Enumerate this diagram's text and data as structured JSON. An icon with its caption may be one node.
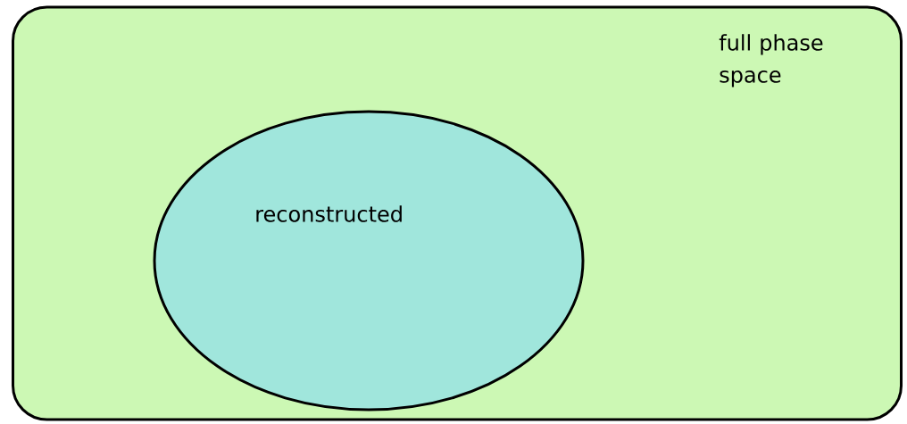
{
  "diagram": {
    "nodes": [
      {
        "text": [
          "full phase space"
        ]
      },
      {
        "text": [
          "reconstructed"
        ],
        "in": 0
      }
    ]
  }
}
